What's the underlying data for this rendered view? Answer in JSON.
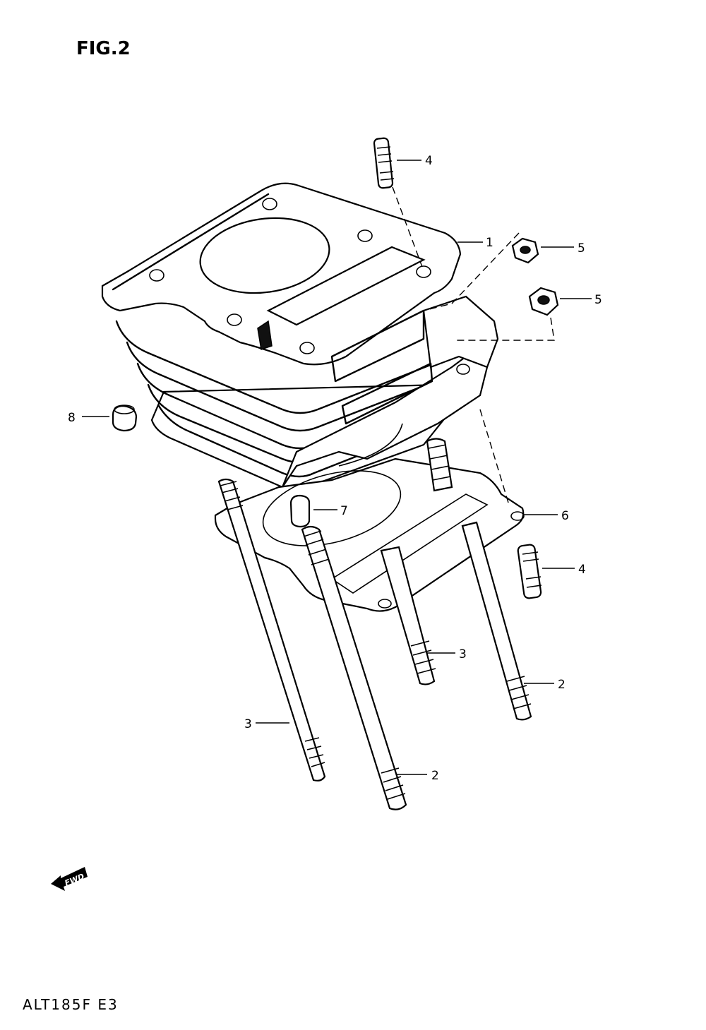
{
  "figure": {
    "title": "FIG.2",
    "model_code": "ALT185F E3",
    "forward_marker": "FWD"
  },
  "callouts": [
    {
      "id": "1",
      "label": "1"
    },
    {
      "id": "2a",
      "label": "2"
    },
    {
      "id": "2b",
      "label": "2"
    },
    {
      "id": "3a",
      "label": "3"
    },
    {
      "id": "3b",
      "label": "3"
    },
    {
      "id": "4a",
      "label": "4"
    },
    {
      "id": "4b",
      "label": "4"
    },
    {
      "id": "5a",
      "label": "5"
    },
    {
      "id": "5b",
      "label": "5"
    },
    {
      "id": "6",
      "label": "6"
    },
    {
      "id": "7",
      "label": "7"
    },
    {
      "id": "8",
      "label": "8"
    }
  ],
  "icons": {
    "forward_arrow": "forward-arrow-icon"
  }
}
